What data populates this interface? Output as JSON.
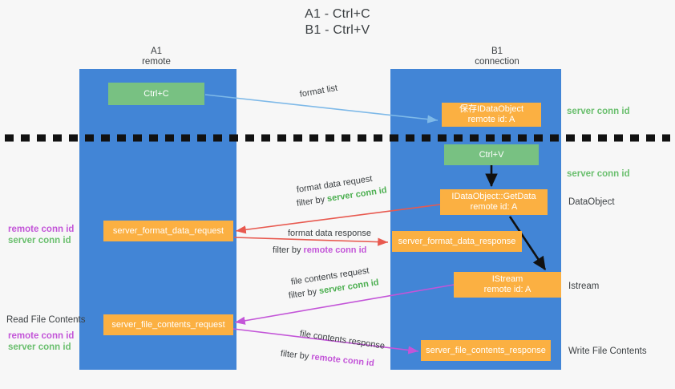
{
  "title": {
    "line1": "A1 - Ctrl+C",
    "line2": "B1 - Ctrl+V"
  },
  "columns": [
    {
      "name": "A1",
      "role": "remote"
    },
    {
      "name": "B1",
      "role": "connection"
    }
  ],
  "colors": {
    "lane": "#4285d6",
    "green_node": "#78c182",
    "orange_node": "#fbb042",
    "server_conn": "#4caf50",
    "remote_conn": "#c355d8",
    "blue_arrow": "#7eb9e8",
    "red_arrow": "#e8594f",
    "black_arrow": "#000000",
    "magenta_arrow": "#c355d8",
    "text": "#3c4043",
    "background": "#f7f7f7"
  },
  "nodes": {
    "ctrl_c": {
      "line1": "Ctrl+C"
    },
    "ctrl_v": {
      "line1": "Ctrl+V"
    },
    "save_idataobject": {
      "line1": "保存IDataObject",
      "line2": "remote id: A"
    },
    "getdata": {
      "line1": "IDataObject::GetData",
      "line2": "remote id: A"
    },
    "istream": {
      "line1": "IStream",
      "line2": "remote id: A"
    },
    "format_data_request": {
      "line1": "server_format_data_request"
    },
    "format_data_response": {
      "line1": "server_format_data_response"
    },
    "file_contents_request": {
      "line1": "server_file_contents_request"
    },
    "file_contents_response": {
      "line1": "server_file_contents_response"
    }
  },
  "edges": {
    "format_list": "format list",
    "format_data_request": {
      "label": "format data request",
      "filter_prefix": "filter by ",
      "filter_value": "server conn id"
    },
    "format_data_response": {
      "label": "format data response",
      "filter_prefix": "filter by ",
      "filter_value": "remote conn id"
    },
    "file_contents_request": {
      "label": "file contents request",
      "filter_prefix": "filter by ",
      "filter_value": "server conn id"
    },
    "file_contents_response": {
      "label": "file contents response",
      "filter_prefix": "filter by ",
      "filter_value": "remote conn id"
    }
  },
  "right_notes": {
    "server_conn_top": "server conn id",
    "server_conn_mid": "server conn id",
    "dataobject": "DataObject",
    "istream": "Istream",
    "write_file_contents": "Write File Contents"
  },
  "left_notes": {
    "remote_conn_upper": "remote conn id",
    "server_conn_upper": "server conn id",
    "read_file_contents": "Read File Contents",
    "remote_conn_lower": "remote conn id",
    "server_conn_lower": "server conn id"
  }
}
